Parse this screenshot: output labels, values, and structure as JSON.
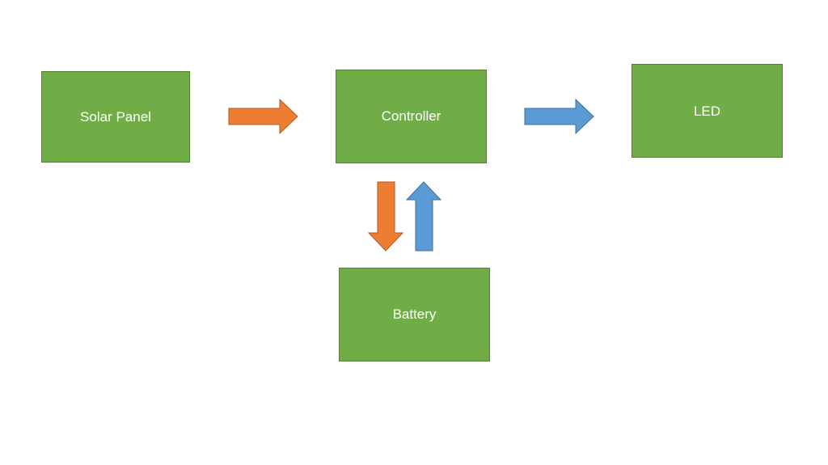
{
  "diagram": {
    "nodes": {
      "solar_panel": "Solar Panel",
      "controller": "Controller",
      "led": "LED",
      "battery": "Battery"
    },
    "edges": [
      {
        "from": "Solar Panel",
        "to": "Controller",
        "color": "#ed7d31"
      },
      {
        "from": "Controller",
        "to": "LED",
        "color": "#5b9bd5"
      },
      {
        "from": "Controller",
        "to": "Battery",
        "color": "#ed7d31"
      },
      {
        "from": "Battery",
        "to": "Controller",
        "color": "#5b9bd5"
      }
    ]
  },
  "colors": {
    "box_fill": "#70ad47",
    "box_border": "#507e32",
    "orange_arrow": "#ed7d31",
    "blue_arrow": "#5b9bd5"
  }
}
